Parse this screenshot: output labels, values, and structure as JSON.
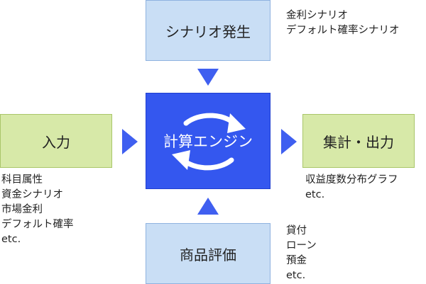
{
  "scenario_box": {
    "label": "シナリオ発生"
  },
  "scenario_notes": [
    "金利シナリオ",
    "デフォルト確率シナリオ"
  ],
  "input_box": {
    "label": "入力"
  },
  "input_notes": [
    "科目属性",
    "資金シナリオ",
    "市場金利",
    "デフォルト確率",
    "etc."
  ],
  "engine_box": {
    "label": "計算エンジン"
  },
  "output_box": {
    "label": "集計・出力"
  },
  "output_notes": [
    "収益度数分布グラフ",
    "etc."
  ],
  "product_box": {
    "label": "商品評価"
  },
  "product_notes": [
    "貸付",
    "ローン",
    "預金",
    "etc."
  ],
  "colors": {
    "engine": "#3457ef",
    "arrow": "#3f5ff0",
    "blue_box": "#c9def5",
    "green_box": "#d7e9a8"
  },
  "icons": {
    "engine_cycle": "cycle-arrows-icon"
  }
}
